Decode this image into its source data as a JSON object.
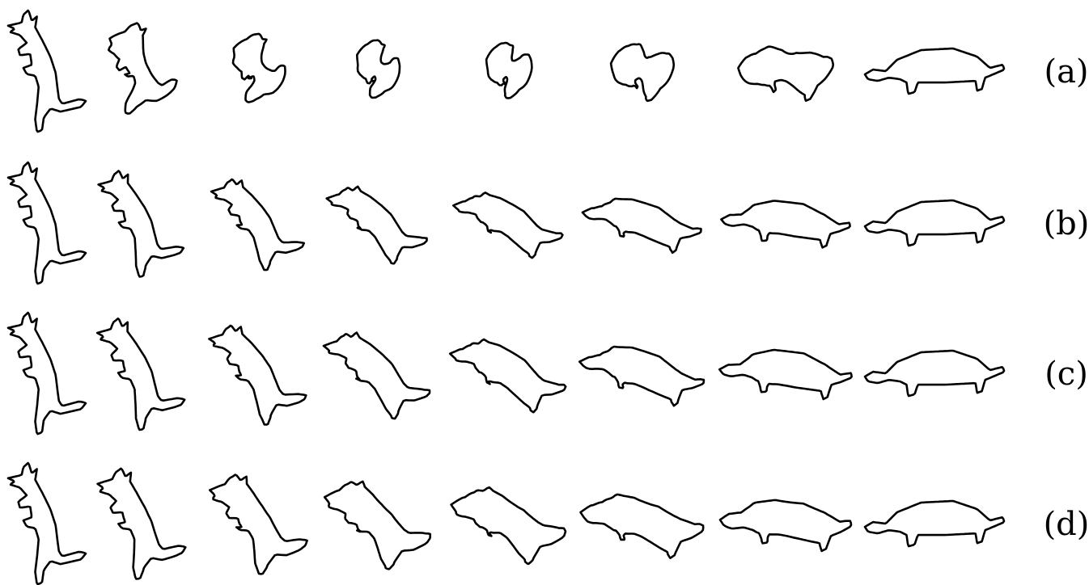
{
  "figure": {
    "rows": [
      {
        "label": "(a)",
        "frames": 8
      },
      {
        "label": "(b)",
        "frames": 8
      },
      {
        "label": "(c)",
        "frames": 8
      },
      {
        "label": "(d)",
        "frames": 8
      }
    ],
    "start_shape": "dog-silhouette",
    "end_shape": "turtle-silhouette"
  }
}
